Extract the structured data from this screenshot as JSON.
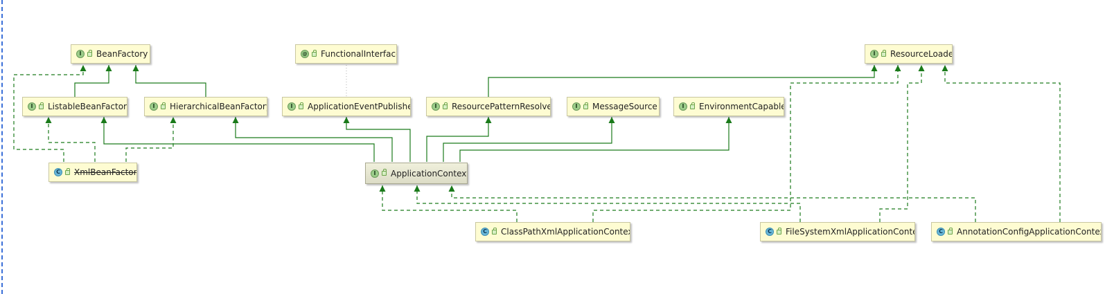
{
  "diagram": {
    "nodes": {
      "bean_factory": {
        "name": "BeanFactory",
        "kind": "interface",
        "badge": "I"
      },
      "functional_interface": {
        "name": "FunctionalInterface",
        "kind": "annotation",
        "badge": "@"
      },
      "resource_loader": {
        "name": "ResourceLoader",
        "kind": "interface",
        "badge": "I"
      },
      "listable_bean_factory": {
        "name": "ListableBeanFactory",
        "kind": "interface",
        "badge": "I"
      },
      "hierarchical_bean_factory": {
        "name": "HierarchicalBeanFactory",
        "kind": "interface",
        "badge": "I"
      },
      "application_event_publisher": {
        "name": "ApplicationEventPublisher",
        "kind": "interface",
        "badge": "I"
      },
      "resource_pattern_resolver": {
        "name": "ResourcePatternResolver",
        "kind": "interface",
        "badge": "I"
      },
      "message_source": {
        "name": "MessageSource",
        "kind": "interface",
        "badge": "I"
      },
      "environment_capable": {
        "name": "EnvironmentCapable",
        "kind": "interface",
        "badge": "I"
      },
      "xml_bean_factory": {
        "name": "XmlBeanFactory",
        "kind": "class",
        "badge": "C",
        "deprecated": true
      },
      "application_context": {
        "name": "ApplicationContext",
        "kind": "interface",
        "badge": "I",
        "selected": true
      },
      "class_path_xml_application_context": {
        "name": "ClassPathXmlApplicationContext",
        "kind": "class",
        "badge": "C"
      },
      "file_system_xml_application_context": {
        "name": "FileSystemXmlApplicationContext",
        "kind": "class",
        "badge": "C"
      },
      "annotation_config_application_context": {
        "name": "AnnotationConfigApplicationContext",
        "kind": "class",
        "badge": "C"
      }
    },
    "colors": {
      "edge": "#1a7a1a",
      "annotation_link": "#b0b0b0",
      "node_fill": "#fefcd2",
      "node_border": "#c9c7a0",
      "selection_border": "#3a6fd8"
    }
  }
}
